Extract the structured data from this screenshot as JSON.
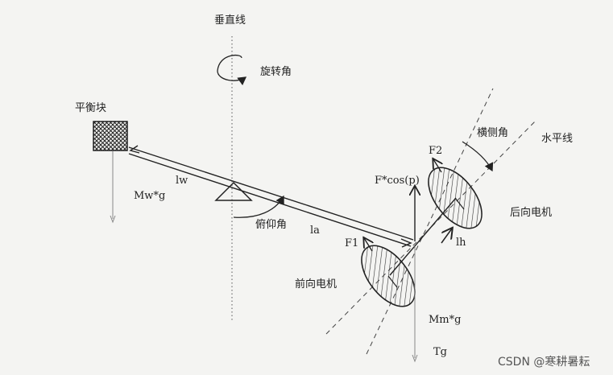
{
  "labels": {
    "vertical_line": "垂直线",
    "rotation_angle": "旋转角",
    "counterweight": "平衡块",
    "lw": "lw",
    "mw_g": "Mw*g",
    "pitch_angle": "俯仰角",
    "la": "la",
    "f_cos_p": "F*cos(p)",
    "f2": "F2",
    "roll_angle": "横侧角",
    "horizontal_line": "水平线",
    "rear_motor": "后向电机",
    "lh": "lh",
    "f1": "F1",
    "front_motor": "前向电机",
    "mm_g": "Mm*g",
    "tg": "Tg"
  },
  "watermark": "CSDN @寒耕暑耘"
}
